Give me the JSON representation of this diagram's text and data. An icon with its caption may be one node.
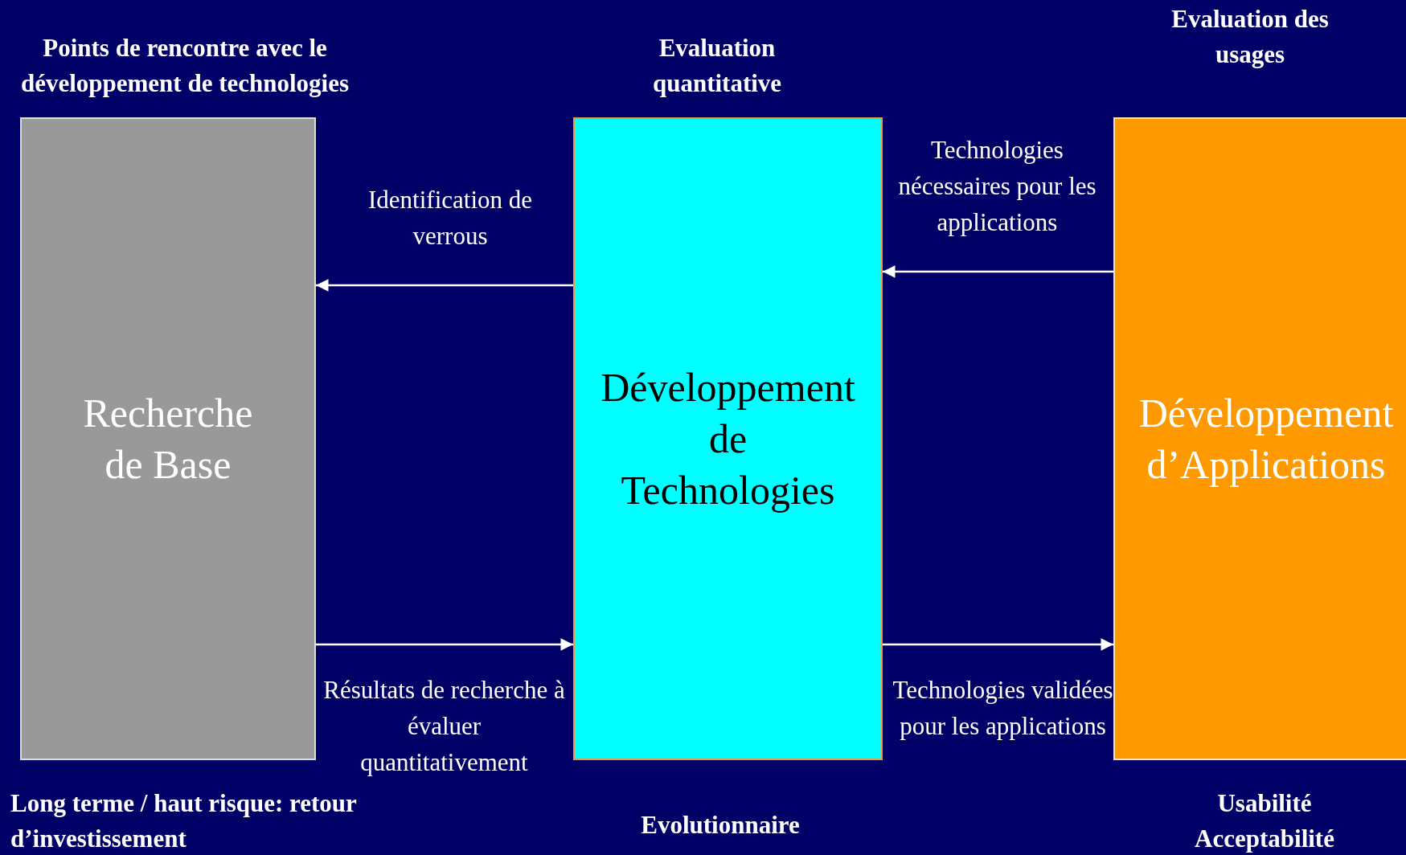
{
  "diagram": {
    "nodes": [
      {
        "text": [
          "Recherche de Base"
        ],
        "beside": [
          "Points de rencontre avec le développement de technologies",
          "Long terme / haut risque: retour d’investissement"
        ]
      },
      {
        "text": [
          "Développement de Technologies"
        ],
        "beside": [
          "Evaluation quantitative",
          "Evolutionnaire"
        ]
      },
      {
        "text": [
          "Développement d’Applications"
        ],
        "beside": [
          "Evaluation des usages",
          "Usabilité Acceptabilité"
        ]
      }
    ],
    "edges": [
      {
        "from": 1,
        "to": 0,
        "arrow": "to",
        "label": "Identification de verrous"
      },
      {
        "from": 0,
        "to": 1,
        "arrow": "to",
        "label": "Résultats de recherche à évaluer quantitativement"
      },
      {
        "from": 2,
        "to": 1,
        "arrow": "to",
        "label": "Technologies nécessaires pour les applications"
      },
      {
        "from": 1,
        "to": 2,
        "arrow": "to",
        "label": "Technologies validées pour les applications"
      }
    ]
  }
}
